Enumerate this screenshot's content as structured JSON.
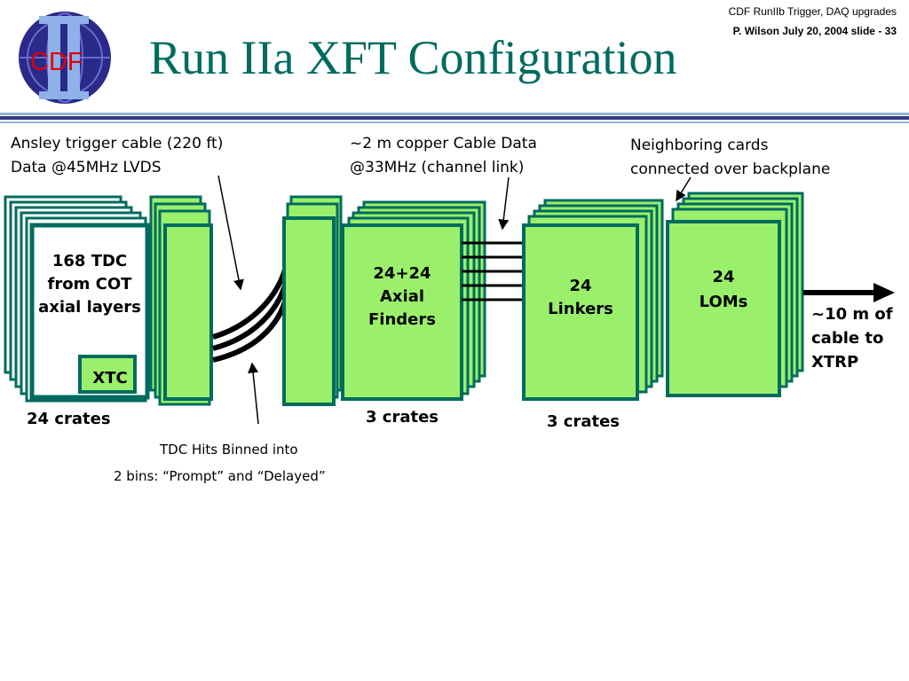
{
  "header": {
    "line1": "CDF RunIIb  Trigger, DAQ upgrades",
    "line2": "P. Wilson   July 20,  2004  slide - 33"
  },
  "logo": {
    "text": "CDF",
    "icon": "cdf-roman-two-logo"
  },
  "title": "Run IIa XFT Configuration",
  "notes": {
    "ansley_line1": "Ansley trigger cable (220 ft)",
    "ansley_line2": "Data @45MHz LVDS",
    "copper_line1": "~2 m copper Cable Data",
    "copper_line2": "@33MHz (channel link)",
    "neighbor_line1": "Neighboring cards",
    "neighbor_line2": "connected over backplane",
    "cable_line1": "~10 m of",
    "cable_line2": "cable to",
    "cable_line3": "XTRP",
    "tdc_hits_line1": "TDC Hits Binned into",
    "tdc_hits_line2": "2 bins: “Prompt” and “Delayed”"
  },
  "boxes": {
    "tdc_line1": "168  TDC",
    "tdc_line2": "from COT",
    "tdc_line3": "axial layers",
    "xtc": "XTC",
    "finders_line1": "24+24",
    "finders_line2": "Axial",
    "finders_line3": "Finders",
    "linkers_line1": "24",
    "linkers_line2": "Linkers",
    "loms_line1": "24",
    "loms_line2": "LOMs"
  },
  "crates": {
    "tdc": "24 crates",
    "finders": "3 crates",
    "linkers": "3 crates"
  },
  "colors": {
    "title": "#006b5f",
    "card_fill": "#9af06a",
    "card_border": "#006b5f",
    "rule_dark": "#3a3a8c",
    "rule_light": "#8fb4d9"
  }
}
